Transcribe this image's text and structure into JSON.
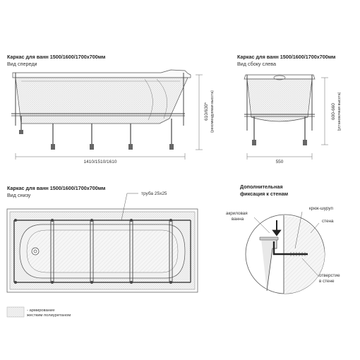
{
  "front": {
    "title": "Каркас для ванн 1500/1600/1700х700мм",
    "subtitle": "Вид спереди",
    "width_dims": "1410/1510/1610",
    "height_dims": "610/630*",
    "height_note": "(рекомендуемая высота)"
  },
  "side": {
    "title": "Каркас для ванн 1500/1600/1700х700мм",
    "subtitle": "Вид сбоку слева",
    "width_dim": "550",
    "height_dims": "600-660",
    "height_note": "(установочная высота)"
  },
  "bottom": {
    "title": "Каркас для ванн 1500/1600/1700х700мм",
    "subtitle": "Вид снизу",
    "pipe_label": "труба 25х25"
  },
  "fixation": {
    "title_line1": "Дополнительная",
    "title_line2": "фиксация к стенам",
    "acrylic_line1": "акриловая",
    "acrylic_line2": "ванна",
    "screw_hook": "крюк-шуруп",
    "wall": "стена",
    "hole_line1": "отверстие",
    "hole_line2": "в стене"
  },
  "legend": {
    "line1": "- армирование",
    "line2": "жестким полиуретаном"
  }
}
